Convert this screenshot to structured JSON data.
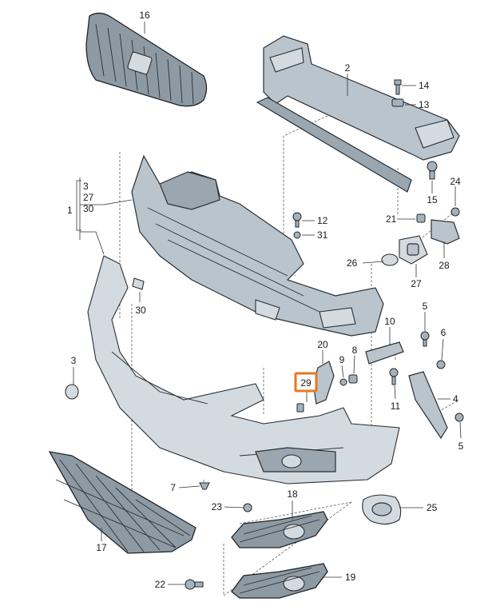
{
  "diagram": {
    "highlighted_label": "29",
    "labels": [
      {
        "key": "16",
        "text": "16"
      },
      {
        "key": "2",
        "text": "2"
      },
      {
        "key": "14",
        "text": "14"
      },
      {
        "key": "13",
        "text": "13"
      },
      {
        "key": "15",
        "text": "15"
      },
      {
        "key": "24",
        "text": "24"
      },
      {
        "key": "12",
        "text": "12"
      },
      {
        "key": "31",
        "text": "31"
      },
      {
        "key": "21",
        "text": "21"
      },
      {
        "key": "26",
        "text": "26"
      },
      {
        "key": "27",
        "text": "27"
      },
      {
        "key": "28",
        "text": "28"
      },
      {
        "key": "1",
        "text": "1"
      },
      {
        "key": "g3",
        "text": "3"
      },
      {
        "key": "g27",
        "text": "27"
      },
      {
        "key": "g30",
        "text": "30"
      },
      {
        "key": "30",
        "text": "30"
      },
      {
        "key": "3",
        "text": "3"
      },
      {
        "key": "20",
        "text": "20"
      },
      {
        "key": "9",
        "text": "9"
      },
      {
        "key": "8",
        "text": "8"
      },
      {
        "key": "10",
        "text": "10"
      },
      {
        "key": "5a",
        "text": "5"
      },
      {
        "key": "6",
        "text": "6"
      },
      {
        "key": "29",
        "text": "29"
      },
      {
        "key": "11",
        "text": "11"
      },
      {
        "key": "4",
        "text": "4"
      },
      {
        "key": "5b",
        "text": "5"
      },
      {
        "key": "7",
        "text": "7"
      },
      {
        "key": "18",
        "text": "18"
      },
      {
        "key": "25",
        "text": "25"
      },
      {
        "key": "23",
        "text": "23"
      },
      {
        "key": "17",
        "text": "17"
      },
      {
        "key": "19",
        "text": "19"
      },
      {
        "key": "22",
        "text": "22"
      }
    ]
  }
}
